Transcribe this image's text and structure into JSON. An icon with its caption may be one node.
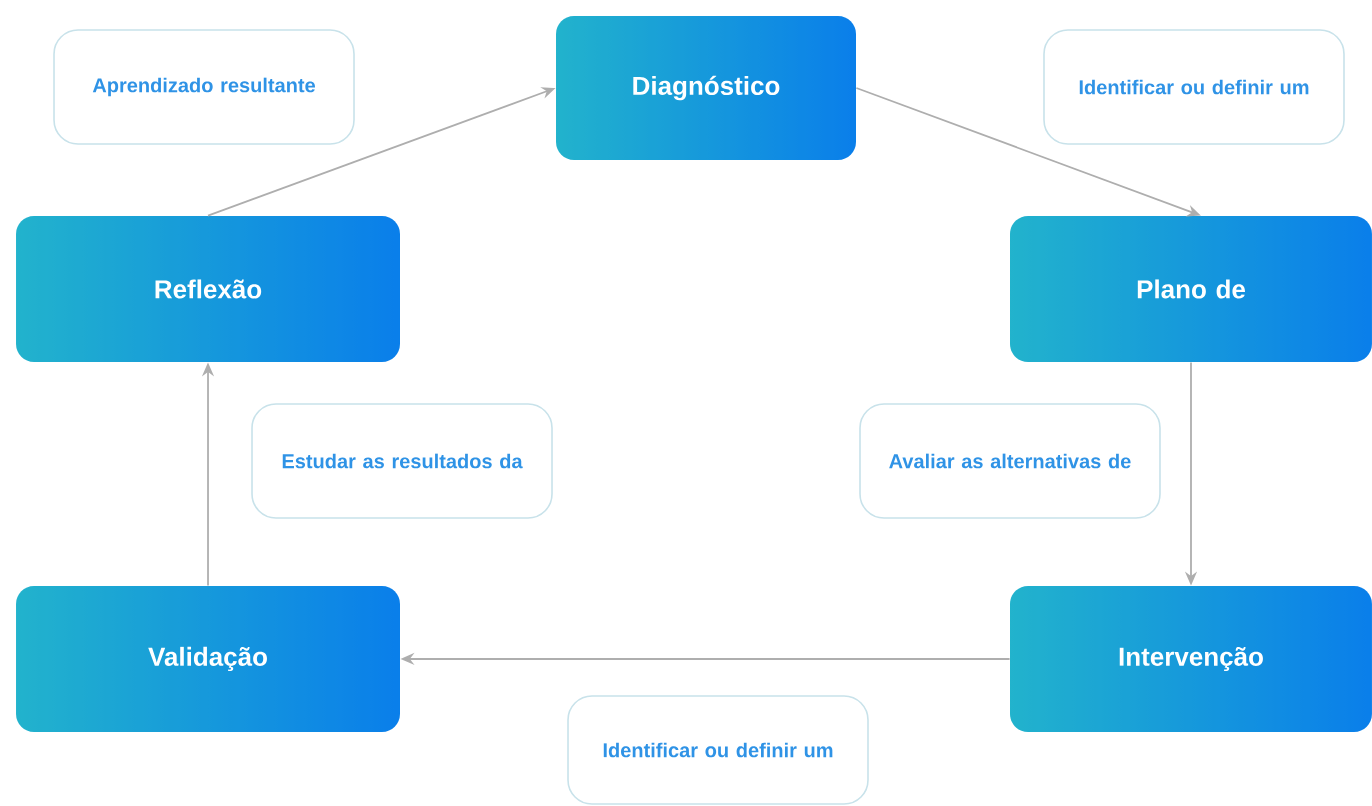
{
  "diagram": {
    "nodes": [
      {
        "text": [
          "Diagnóstico"
        ]
      },
      {
        "text": [
          "Plano de"
        ]
      },
      {
        "text": [
          "Intervenção"
        ]
      },
      {
        "text": [
          "Validação"
        ]
      },
      {
        "text": [
          "Reflexão"
        ]
      },
      {
        "text": [
          "Aprendizado resultante"
        ]
      },
      {
        "text": [
          "Identificar ou definir um"
        ]
      },
      {
        "text": [
          "Estudar as resultados da"
        ]
      },
      {
        "text": [
          "Avaliar as alternativas de"
        ]
      },
      {
        "text": [
          "Identificar ou definir um"
        ]
      }
    ],
    "edges": [
      {
        "from": 0,
        "to": 1,
        "arrow": "to"
      },
      {
        "from": 1,
        "to": 2,
        "arrow": "to"
      },
      {
        "from": 2,
        "to": 3,
        "arrow": "to"
      },
      {
        "from": 3,
        "to": 4,
        "arrow": "to"
      },
      {
        "from": 4,
        "to": 0,
        "arrow": "to"
      }
    ]
  }
}
